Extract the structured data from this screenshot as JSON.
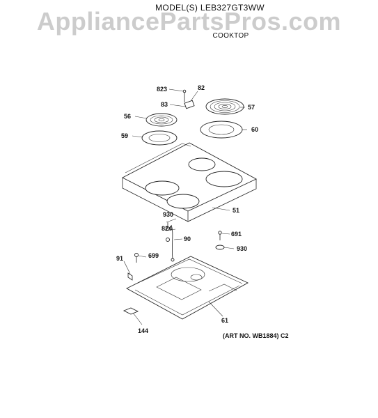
{
  "header": {
    "model": "MODEL(S) LEB327GT3WW",
    "section": "COOKTOP",
    "watermark": "AppliancePartsPros.com"
  },
  "callouts": {
    "c823": "823",
    "c82": "82",
    "c83": "83",
    "c56": "56",
    "c57": "57",
    "c59": "59",
    "c60": "60",
    "c51": "51",
    "c930a": "930",
    "c824": "824",
    "c90": "90",
    "c691": "691",
    "c930b": "930",
    "c91": "91",
    "c699": "699",
    "c61": "61",
    "c144": "144"
  },
  "footer": {
    "art_no": "(ART NO. WB1884) C2"
  }
}
